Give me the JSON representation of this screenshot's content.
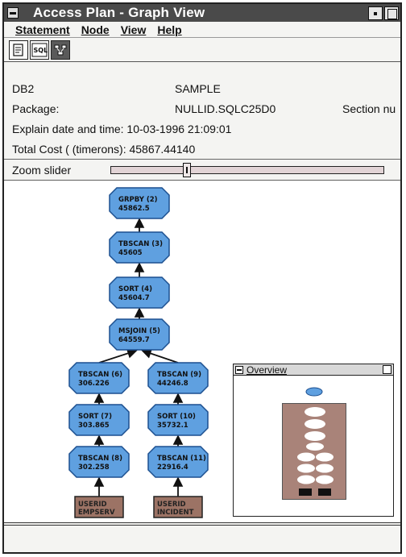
{
  "window": {
    "title": "Access Plan - Graph View"
  },
  "menu": {
    "items": [
      "Statement",
      "Node",
      "View",
      "Help"
    ]
  },
  "toolbar": {
    "buttons": [
      "statement-icon",
      "sql-icon",
      "graph-icon"
    ]
  },
  "info": {
    "database_name": "DB2",
    "database": "SAMPLE",
    "package_label": "Package:",
    "package": "NULLID.SQLC25D0",
    "section_label": "Section nu",
    "explain": "Explain date and time: 10-03-1996  21:09:01",
    "total_cost": "Total Cost ( (timerons): 45867.44140"
  },
  "zoom": {
    "label": "Zoom slider",
    "level": 0.27
  },
  "graph": {
    "nodes": [
      {
        "id": "grpby",
        "op": "GRPBY (2)",
        "cost": "45862.5"
      },
      {
        "id": "tbscan3",
        "op": "TBSCAN (3)",
        "cost": "45605"
      },
      {
        "id": "sort4",
        "op": "SORT (4)",
        "cost": "45604.7"
      },
      {
        "id": "msjoin5",
        "op": "MSJOIN (5)",
        "cost": "64559.7"
      },
      {
        "id": "tbscan6",
        "op": "TBSCAN (6)",
        "cost": "306.226"
      },
      {
        "id": "sort7",
        "op": "SORT (7)",
        "cost": "303.865"
      },
      {
        "id": "tbscan8",
        "op": "TBSCAN (8)",
        "cost": "302.258"
      },
      {
        "id": "tbscan9",
        "op": "TBSCAN (9)",
        "cost": "44246.8"
      },
      {
        "id": "sort10",
        "op": "SORT (10)",
        "cost": "35732.1"
      },
      {
        "id": "tbscan11",
        "op": "TBSCAN (11)",
        "cost": "22916.4"
      }
    ],
    "tables": [
      {
        "id": "table-left",
        "line1": "USERID",
        "line2": "EMPSERV"
      },
      {
        "id": "table-right",
        "line1": "USERID",
        "line2": "INCIDENT"
      }
    ]
  },
  "overview": {
    "title": "Overview"
  },
  "colors": {
    "node_fill": "#5fa0e0",
    "node_stroke": "#1c4f8f",
    "table_fill": "#9c7365",
    "overview_panel": "#a98379",
    "titlebar": "#4a4a4a"
  }
}
